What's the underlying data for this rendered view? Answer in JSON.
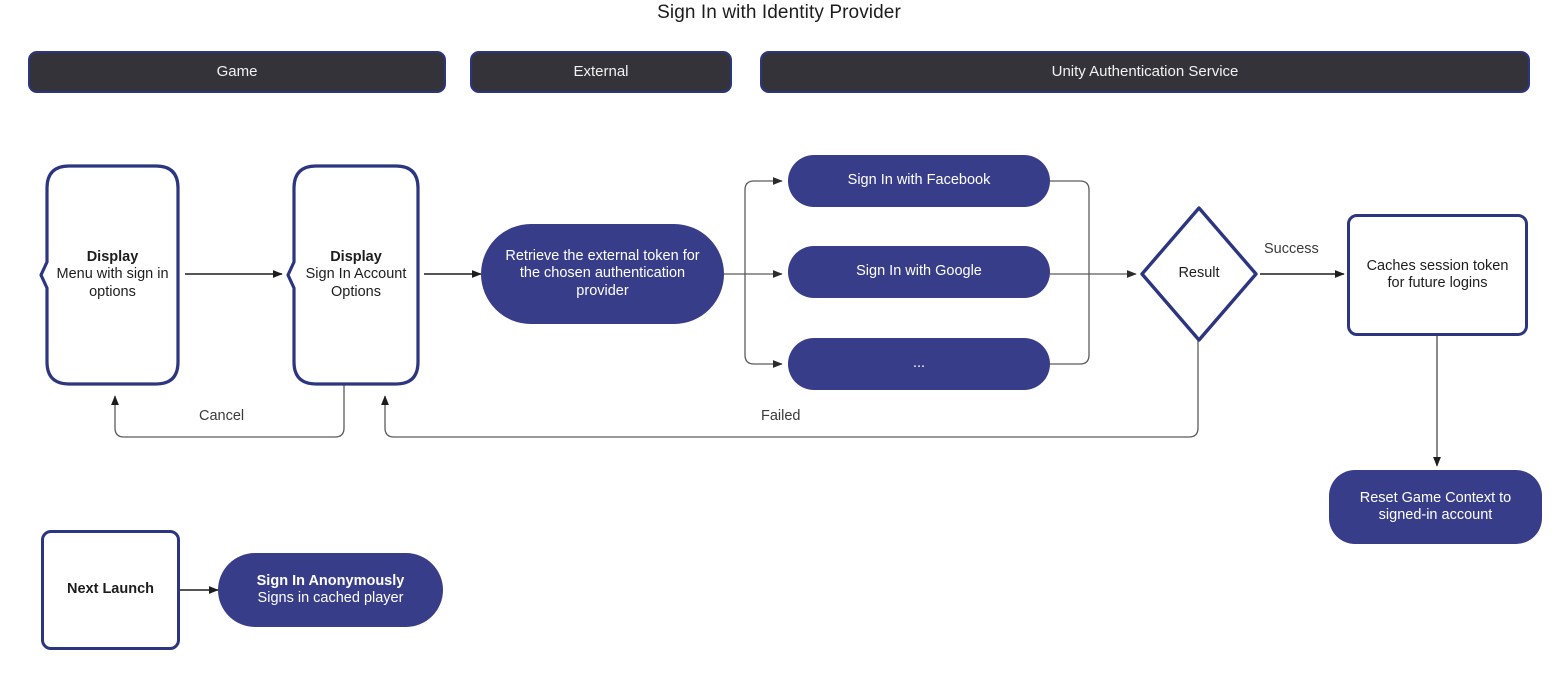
{
  "title": "Sign In with Identity Provider",
  "lanes": [
    {
      "label": "Game"
    },
    {
      "label": "External"
    },
    {
      "label": "Unity Authentication Service"
    }
  ],
  "nodes": {
    "display_menu": {
      "head": "Display",
      "body": "Menu with sign in options"
    },
    "display_signin": {
      "head": "Display",
      "body": "Sign In Account Options"
    },
    "retrieve_token": {
      "label": "Retrieve the external token for the chosen authentication provider"
    },
    "facebook": {
      "label": "Sign In with Facebook"
    },
    "google": {
      "label": "Sign In with Google"
    },
    "ellipsis": {
      "label": "..."
    },
    "result": {
      "label": "Result"
    },
    "caches_session": {
      "label": "Caches session token for future logins"
    },
    "reset_context": {
      "label": "Reset Game Context to signed-in account"
    },
    "next_launch": {
      "label": "Next Launch"
    },
    "anonymous": {
      "head": "Sign In Anonymously",
      "body": "Signs in cached player"
    }
  },
  "edge_labels": {
    "cancel": "Cancel",
    "failed": "Failed",
    "success": "Success"
  },
  "colors": {
    "navy_border": "#2b3580",
    "pill_fill": "#383d8a",
    "lane_fill": "#333339",
    "edge_stroke": "#5a5a5a",
    "arrow_stroke": "#1d1d1d",
    "text_dark": "#1d1d1d",
    "text_light": "#ffffff"
  }
}
